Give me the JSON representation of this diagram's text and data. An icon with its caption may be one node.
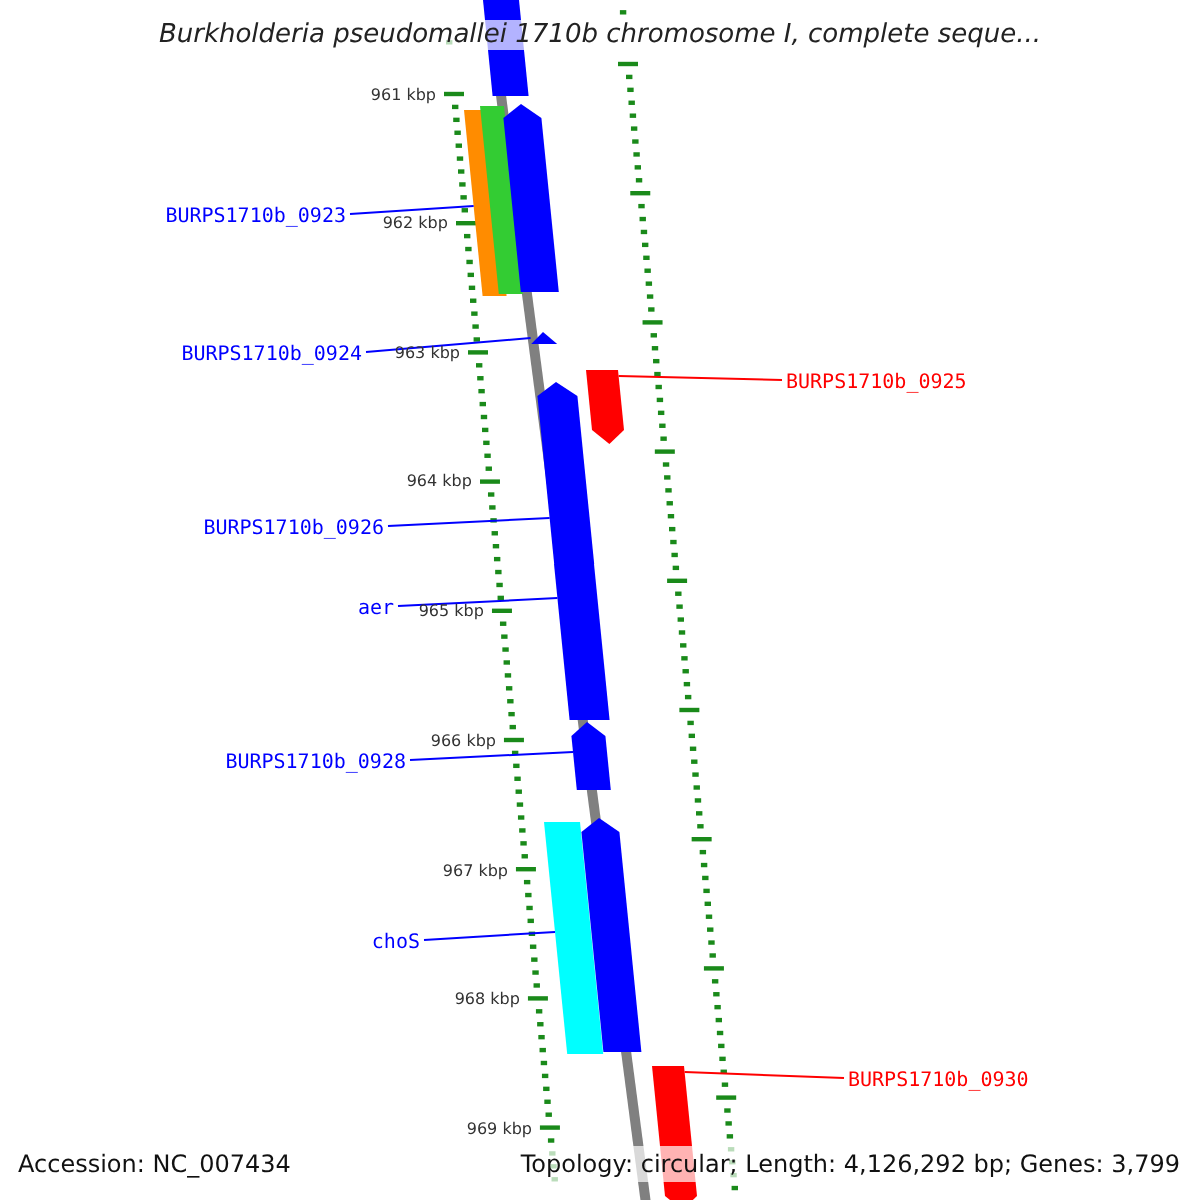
{
  "diagram": {
    "title": "Burkholderia pseudomallei 1710b chromosome I, complete seque...",
    "nodes": [
      {
        "text": [],
        "shape": "bar"
      },
      {
        "text": [
          "BURPS1710b_0923"
        ]
      },
      {
        "text": [],
        "shape": "bar"
      },
      {
        "text": [],
        "shape": "bar"
      },
      {
        "text": [],
        "shape": "bar"
      },
      {
        "text": [
          "BURPS1710b_0924"
        ]
      },
      {
        "text": [],
        "shape": "bar"
      },
      {
        "text": [
          "BURPS1710b_0925"
        ]
      },
      {
        "text": [],
        "shape": "bar"
      },
      {
        "text": [
          "BURPS1710b_0926"
        ]
      },
      {
        "text": [],
        "shape": "bar"
      },
      {
        "text": [
          "aer"
        ]
      },
      {
        "text": [],
        "shape": "bar"
      },
      {
        "text": [
          "BURPS1710b_0928"
        ]
      },
      {
        "text": [],
        "shape": "bar"
      },
      {
        "text": [],
        "shape": "bar"
      },
      {
        "text": [
          "choS"
        ]
      },
      {
        "text": [],
        "shape": "bar"
      },
      {
        "text": [
          "BURPS1710b_0930"
        ]
      },
      {
        "text": [],
        "shape": "bar"
      }
    ],
    "edges": [
      {
        "from": 1,
        "to": 2,
        "arrow": "none"
      },
      {
        "from": 5,
        "to": 6,
        "arrow": "none"
      },
      {
        "from": 7,
        "to": 8,
        "arrow": "none",
        "color": "#ff0000"
      },
      {
        "from": 9,
        "to": 10,
        "arrow": "none"
      },
      {
        "from": 11,
        "to": 12,
        "arrow": "none"
      },
      {
        "from": 13,
        "to": 14,
        "arrow": "none"
      },
      {
        "from": 16,
        "to": 15,
        "arrow": "none"
      },
      {
        "from": 18,
        "to": 19,
        "arrow": "none",
        "color": "#ff0000"
      }
    ],
    "labels": [
      "961 kbp",
      "962 kbp",
      "963 kbp",
      "964 kbp",
      "965 kbp",
      "966 kbp",
      "967 kbp",
      "968 kbp",
      "969 kbp",
      "Accession: NC_007434",
      "Topology: circular; Length: 4,126,292 bp; Genes: 3,799"
    ]
  }
}
